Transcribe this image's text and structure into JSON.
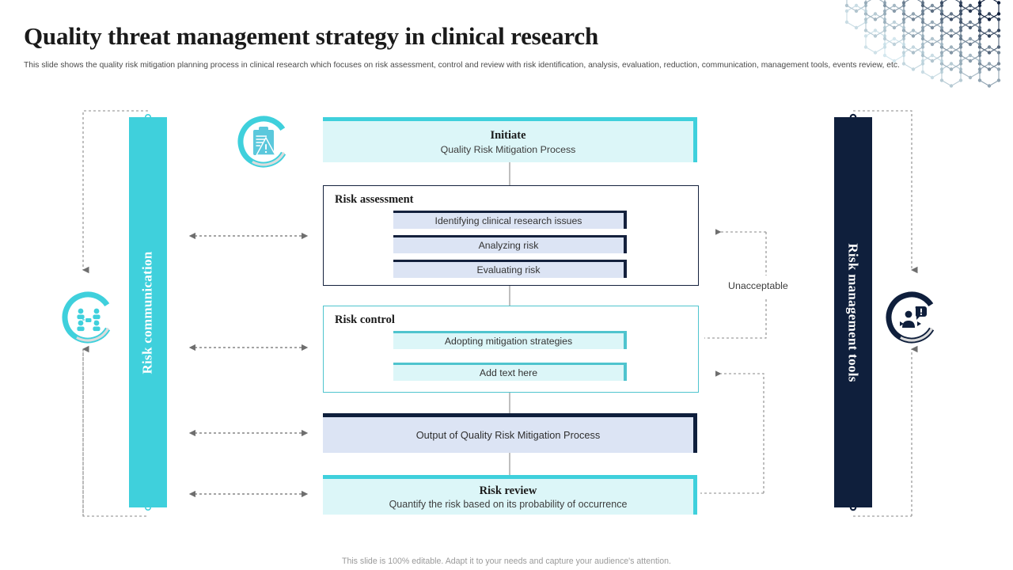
{
  "header": {
    "title": "Quality threat management strategy in clinical research",
    "subtitle": "This slide shows the quality risk mitigation planning process in clinical research which focuses on risk assessment, control and review with risk identification, analysis, evaluation, reduction, communication, management tools, events review, etc."
  },
  "colors": {
    "cyan": "#3FD0DC",
    "cyan_light_fill": "#DCF6F8",
    "navy": "#0F1F3C",
    "navy_border": "#14213d",
    "lavender_fill": "#DCE4F4",
    "connector_gray": "#6e6e6e"
  },
  "sidebars": {
    "left": {
      "label": "Risk communication",
      "icon": "people-network-icon"
    },
    "right": {
      "label": "Risk management tools",
      "icon": "person-alert-icon"
    }
  },
  "icons": {
    "clipboard": "clipboard-warning-icon"
  },
  "flow": {
    "initiate": {
      "title": "Initiate",
      "subtitle": "Quality Risk Mitigation Process"
    },
    "assessment": {
      "title": "Risk assessment",
      "steps": [
        "Identifying  clinical research issues",
        "Analyzing  risk",
        "Evaluating  risk"
      ]
    },
    "control": {
      "title": "Risk control",
      "steps": [
        "Adopting  mitigation strategies",
        "Add text here"
      ]
    },
    "output": {
      "text": "Output of Quality Risk Mitigation  Process"
    },
    "review": {
      "title": "Risk review",
      "subtitle": "Quantify the risk based on its probability  of occurrence"
    },
    "decision_label": "Unacceptable"
  },
  "footer": {
    "text": "This slide is 100% editable. Adapt it to your needs and capture your audience's attention."
  }
}
